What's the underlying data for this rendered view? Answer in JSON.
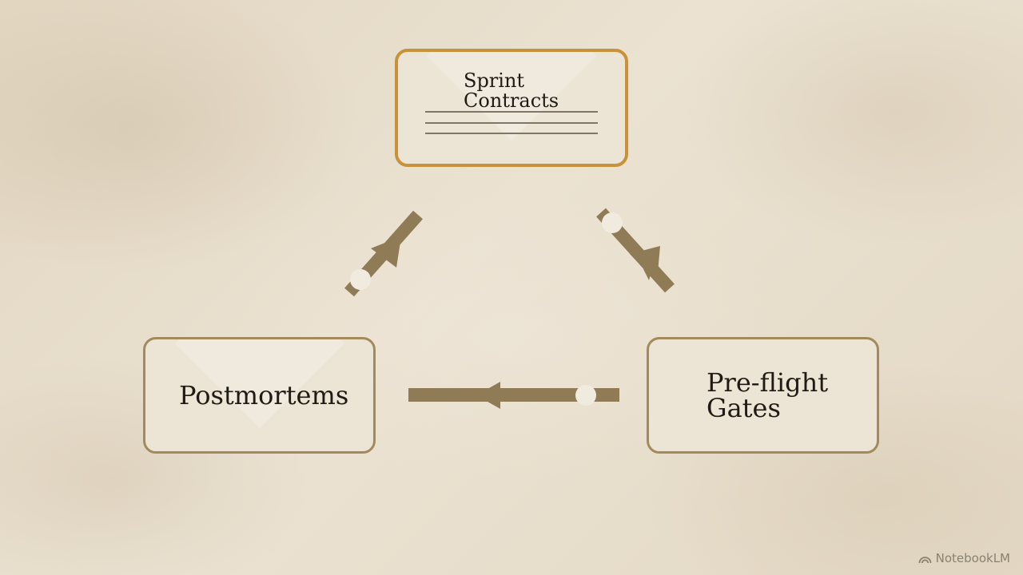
{
  "nodes": {
    "sprint_contracts": {
      "label": "Sprint\nContracts"
    },
    "preflight_gates": {
      "label": "Pre-flight\nGates"
    },
    "postmortems": {
      "label": "Postmortems"
    }
  },
  "edges": [
    {
      "from": "Sprint Contracts",
      "to": "Pre-flight Gates"
    },
    {
      "from": "Pre-flight Gates",
      "to": "Postmortems"
    },
    {
      "from": "Postmortems",
      "to": "Sprint Contracts"
    }
  ],
  "colors": {
    "highlight_border": "#c8923a",
    "node_border": "#a28a5c",
    "arrow": "#8f7b55",
    "node_fill": "#ece4d5"
  },
  "watermark": {
    "text": "NotebookLM",
    "icon": "notebooklm-logo-icon"
  }
}
